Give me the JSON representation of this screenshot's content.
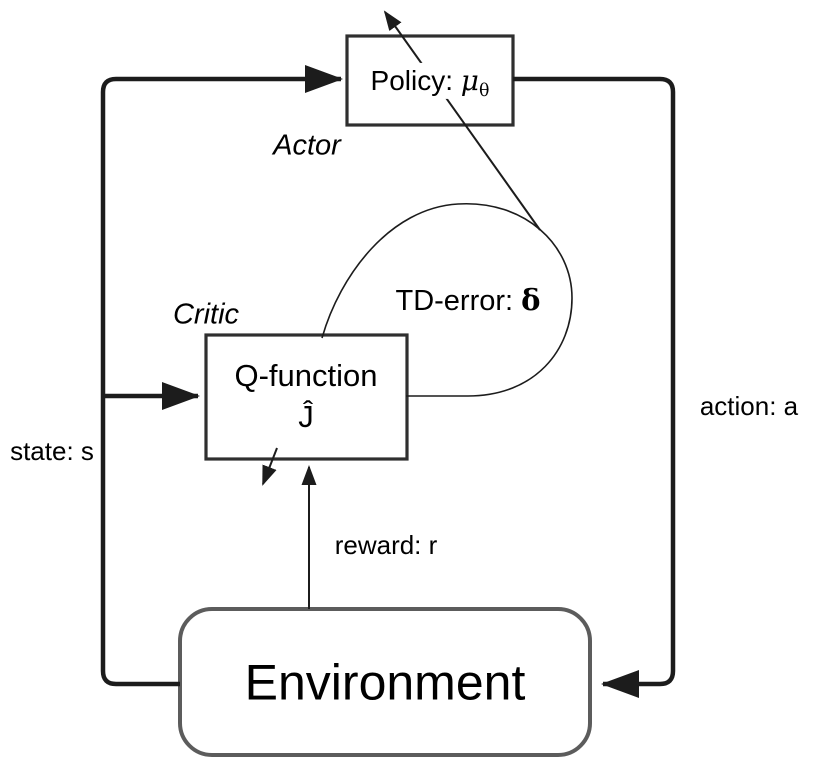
{
  "diagram": {
    "policy": {
      "prefix": "Policy: ",
      "symbol": "μ",
      "subscript": "θ"
    },
    "actor_label": "Actor",
    "critic_label": "Critic",
    "q_function": {
      "line1": "Q-function",
      "line2": "Ĵ"
    },
    "td_error": {
      "prefix": "TD-error: ",
      "symbol": "δ"
    },
    "environment_label": "Environment",
    "state_label": "state: s",
    "action_label": "action: a",
    "reward_label": "reward: r"
  },
  "icons": {
    "arrowheads": "solid-triangle-arrow-icon"
  },
  "colors": {
    "line": "#1c1c1c",
    "box_border": "#2f2f2f",
    "env_border": "#5c5c5c",
    "background": "#ffffff",
    "text": "#000000"
  }
}
